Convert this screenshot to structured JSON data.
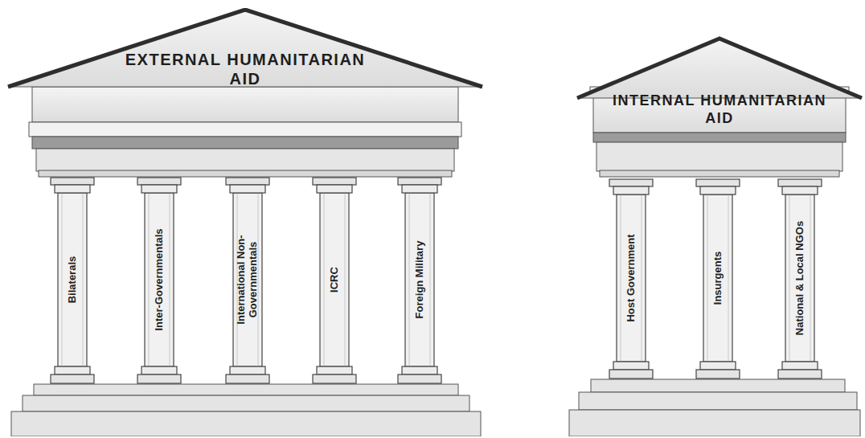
{
  "diagram": {
    "nodes": [
      {
        "text": [
          "EXTERNAL HUMANITARIAN AID"
        ]
      },
      {
        "text": [
          "Bilaterals"
        ],
        "in": 0
      },
      {
        "text": [
          "Inter-Governmentals"
        ],
        "in": 0
      },
      {
        "text": [
          "International Non-Governmentals"
        ],
        "in": 0
      },
      {
        "text": [
          "ICRC"
        ],
        "in": 0
      },
      {
        "text": [
          "Foreign Military"
        ],
        "in": 0
      },
      {
        "text": [
          "INTERNAL HUMANITARIAN AID"
        ]
      },
      {
        "text": [
          "Host Government"
        ],
        "in": 6
      },
      {
        "text": [
          "Insurgents"
        ],
        "in": 6
      },
      {
        "text": [
          "National & Local NGOs"
        ],
        "in": 6
      }
    ]
  }
}
